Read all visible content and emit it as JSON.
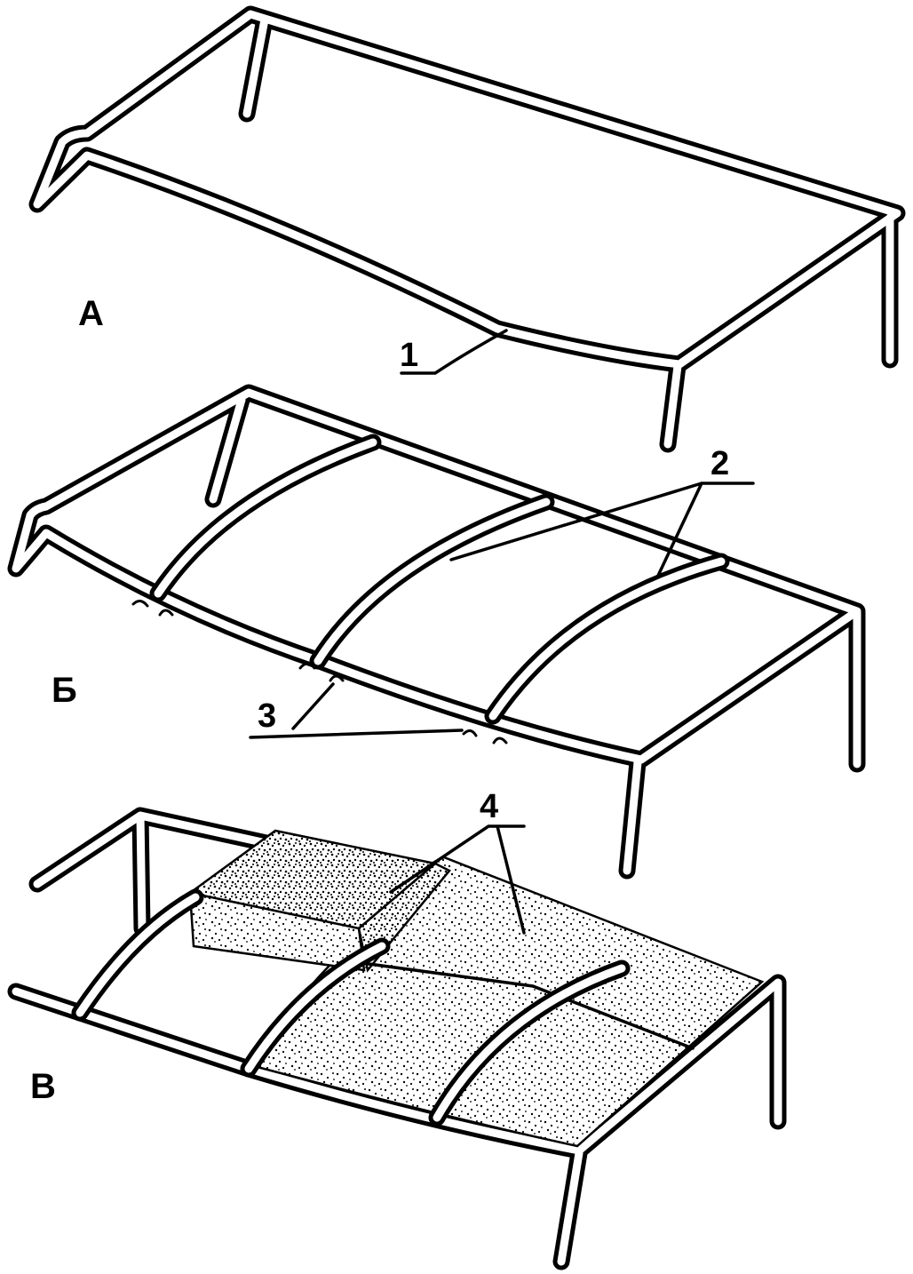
{
  "panels": [
    {
      "letter": "А",
      "callouts": [
        "1"
      ]
    },
    {
      "letter": "Б",
      "callouts": [
        "2",
        "3"
      ]
    },
    {
      "letter": "В",
      "callouts": [
        "4"
      ]
    }
  ],
  "colors": {
    "ink": "#000000",
    "paper": "#ffffff"
  }
}
